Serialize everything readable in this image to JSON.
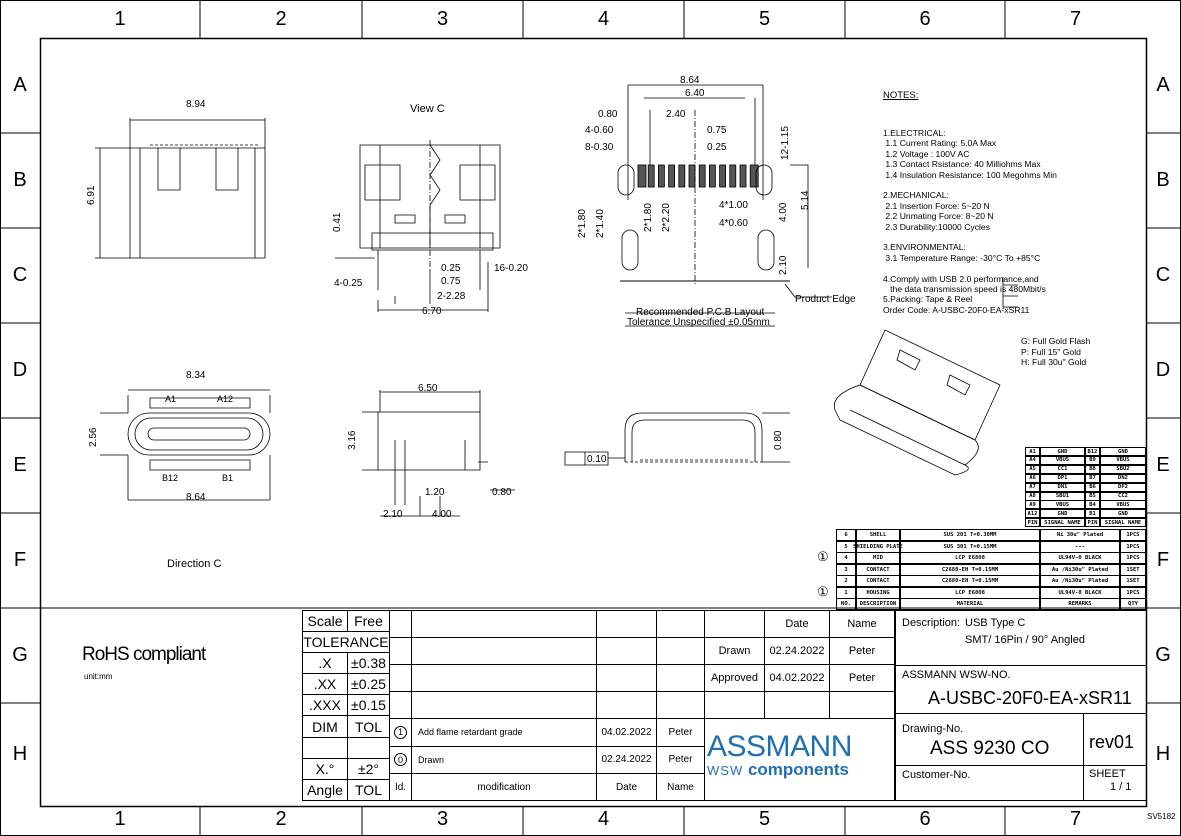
{
  "frame": {
    "columns": [
      "1",
      "2",
      "3",
      "4",
      "5",
      "6",
      "7"
    ],
    "rows": [
      "A",
      "B",
      "C",
      "D",
      "E",
      "F",
      "G",
      "H"
    ],
    "sheet_code": "SV5182"
  },
  "views": {
    "top": {
      "dims": [
        "8.94",
        "6.91"
      ]
    },
    "view_c": {
      "title": "View C",
      "dims": [
        "0.41",
        "4-0.25",
        "0.25",
        "0.75",
        "2-2.28",
        "6.70",
        "16-0.20"
      ]
    },
    "pcb": {
      "dims": [
        "8.64",
        "6.40",
        "0.80",
        "2.40",
        "4-0.60",
        "0.75",
        "8-0.30",
        "0.25",
        "12-1.15",
        "2*1.80",
        "2*1.40",
        "2*1.80",
        "2*2.20",
        "4*1.00",
        "4*0.60",
        "4.00",
        "5.14",
        "2.10"
      ],
      "product_edge": "Product Edge",
      "caption": "Recommended P.C.B Layout",
      "tolerance": "Tolerance Unspecified ±0.05mm"
    },
    "front": {
      "dims": [
        "8.34",
        "A1",
        "A12",
        "2.56",
        "B12",
        "B1",
        "8.64"
      ],
      "label": "Direction C"
    },
    "side": {
      "dims": [
        "6.50",
        "3.16",
        "1.20",
        "0.80",
        "2.10",
        "4.00"
      ]
    },
    "flat": {
      "dims": [
        "0.10",
        "0.80"
      ]
    }
  },
  "notes": {
    "title": "NOTES:",
    "lines": [
      "1.ELECTRICAL:",
      " 1.1 Current Rating: 5.0A Max",
      " 1.2 Voltage : 100V AC",
      " 1.3 Contact Rsistance: 40 Milliohms Max",
      " 1.4 Insulation Resistance: 100 Megohms Min",
      "",
      "2.MECHANICAL:",
      " 2.1 Insertion Force: 5~20 N",
      " 2.2 Unmating Force: 8~20 N",
      " 2.3 Durability:10000 Cycles",
      "",
      "3.ENVIRONMENTAL:",
      " 3.1 Temperature Range: -30°C To +85°C",
      "",
      "4.Comply with USB 2.0 performance,and",
      "   the data transmission speed is 480Mbit/s",
      "5.Packing: Tape & Reel",
      "Order Code: A-USBC-20F0-EA-xSR11"
    ],
    "options": [
      "G: Full Gold Flash",
      "P: Full 15\" Gold",
      "H: Full 30u\" Gold"
    ]
  },
  "pin_table": {
    "rows": [
      [
        "A1",
        "GND",
        "B12",
        "GND"
      ],
      [
        "A4",
        "VBUS",
        "B9",
        "VBUS"
      ],
      [
        "A5",
        "CC1",
        "B8",
        "SBU2"
      ],
      [
        "A6",
        "DP1",
        "B7",
        "DN2"
      ],
      [
        "A7",
        "DN1",
        "B6",
        "DP2"
      ],
      [
        "A8",
        "SBU1",
        "B5",
        "CC2"
      ],
      [
        "A9",
        "VBUS",
        "B4",
        "VBUS"
      ],
      [
        "A12",
        "GND",
        "B1",
        "GND"
      ],
      [
        "PIN",
        "SIGNAL NAME",
        "PIN",
        "SIGNAL NAME"
      ]
    ]
  },
  "parts_table": {
    "rows": [
      [
        "6",
        "SHELL",
        "SUS 201 T=0.30MM",
        "Ni 30u\" Plated",
        "1PCS"
      ],
      [
        "5",
        "SHIELDING PLATE",
        "SUS 301 T=0.15MM",
        "---",
        "1PCS"
      ],
      [
        "4",
        "MID",
        "LCP E6808",
        "UL94V-0 BLACK",
        "1PCS"
      ],
      [
        "3",
        "CONTACT",
        "C2680-EH T=0.15MM",
        "Au /Ni30u\" Plated",
        "1SET"
      ],
      [
        "2",
        "CONTACT",
        "C2680-EH T=0.15MM",
        "Au /Ni30u\" Plated",
        "1SET"
      ],
      [
        "1",
        "HOUSING",
        "LCP E6808",
        "UL94V-0 BLACK",
        "1PCS"
      ],
      [
        "NO.",
        "DESCRIPTION",
        "MATERIAL",
        "REMARKS",
        "QTY"
      ]
    ],
    "rev_marks": [
      "1",
      "1"
    ]
  },
  "title_block": {
    "rohs": "RoHS compliant",
    "unit": "unit:mm",
    "tolerance": [
      [
        "Scale",
        "Free"
      ],
      [
        "TOLERANCE",
        ""
      ],
      [
        ".X",
        "±0.38"
      ],
      [
        ".XX",
        "±0.25"
      ],
      [
        ".XXX",
        "±0.15"
      ],
      [
        "DIM",
        "TOL"
      ],
      [
        "",
        ""
      ],
      [
        "X.°",
        "±2°"
      ],
      [
        "Angle",
        "TOL"
      ]
    ],
    "modifications": [
      [
        "1",
        "Add flame retardant grade",
        "04.02.2022",
        "Peter"
      ],
      [
        "0",
        "Drawn",
        "02.24.2022",
        "Peter"
      ]
    ],
    "mod_header": [
      "Id.",
      "modification",
      "Date",
      "Name"
    ],
    "approval_header": [
      "Date",
      "Name"
    ],
    "approvals": [
      [
        "Drawn",
        "02.24.2022",
        "Peter"
      ],
      [
        "Approved",
        "04.02.2022",
        "Peter"
      ]
    ],
    "logo": {
      "brand": "ASSMANN",
      "sub1": "WSW",
      "sub2": "components",
      "color": "#1f6fb5"
    },
    "description_label": "Description:",
    "description_1": "USB Type C",
    "description_2": "SMT/ 16Pin / 90° Angled",
    "wsw_label": "ASSMANN WSW-NO.",
    "wsw_no": "A-USBC-20F0-EA-xSR11",
    "drawing_label": "Drawing-No.",
    "drawing_no": "ASS 9230 CO",
    "rev": "rev01",
    "customer_label": "Customer-No.",
    "sheet_label": "SHEET",
    "sheet": "1 / 1"
  }
}
